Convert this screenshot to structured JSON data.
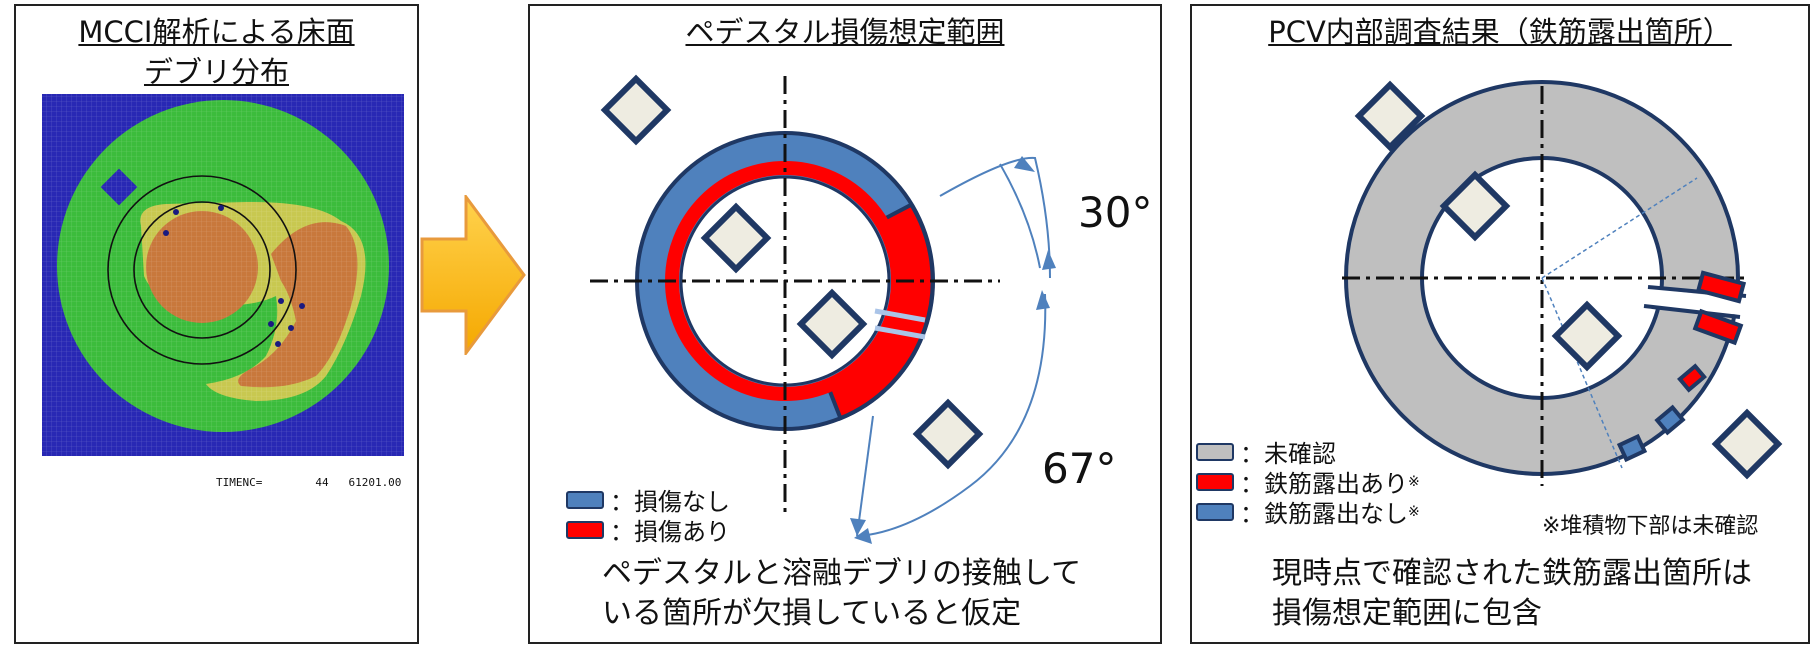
{
  "panel1": {
    "title_line1": "MCCI解析による床面",
    "title_line2": "デブリ分布",
    "sim_footer": "TIMENC=        44   61201.00"
  },
  "panel2": {
    "title": "ペデスタル損傷想定範囲",
    "angle_top": "30°",
    "angle_bottom": "67°",
    "legend": [
      {
        "label": "：損傷なし",
        "color": "#4f81bd"
      },
      {
        "label": "：損傷あり",
        "color": "#ff0000"
      }
    ],
    "caption_line1": "ペデスタルと溶融デブリの接触して",
    "caption_line2": "いる箇所が欠損していると仮定"
  },
  "panel3": {
    "title": "PCV内部調査結果（鉄筋露出箇所）",
    "legend": [
      {
        "label": "：未確認",
        "color": "#bfbfbf"
      },
      {
        "label": "：鉄筋露出あり",
        "sup": "※",
        "color": "#ff0000"
      },
      {
        "label": "：鉄筋露出なし",
        "sup": "※",
        "color": "#4f81bd"
      }
    ],
    "footnote": "※堆積物下部は未確認",
    "caption_line1": "現時点で確認された鉄筋露出箇所は",
    "caption_line2": "損傷想定範囲に包含"
  },
  "colors": {
    "outline": "#1f3864",
    "blue": "#4f81bd",
    "red": "#ff0000",
    "gray": "#bfbfbf",
    "pad": "#eeece1",
    "arrow": "#ffc000",
    "sim_blue": "#2828b4",
    "sim_green": "#3cbc3c",
    "sim_brown": "#c8783c",
    "sim_yellow": "#c8c850"
  }
}
